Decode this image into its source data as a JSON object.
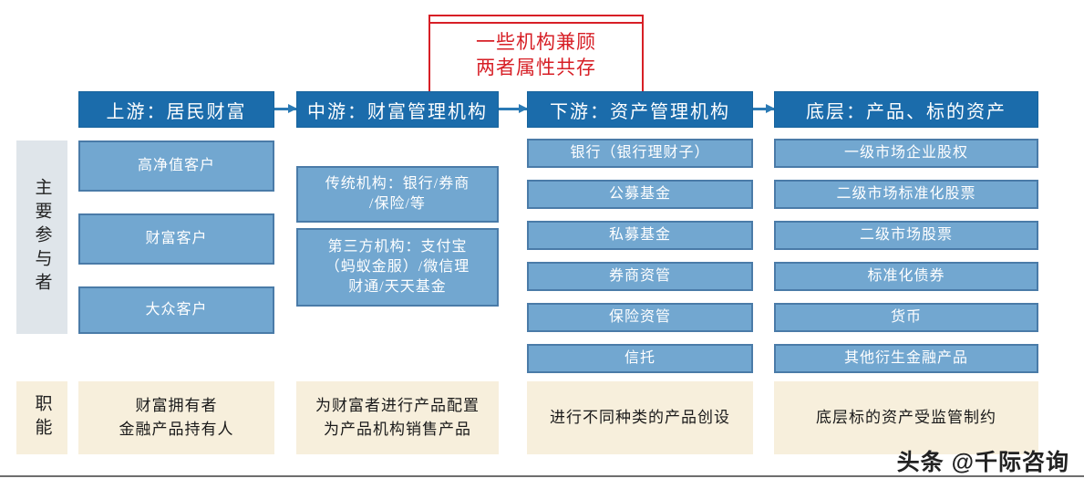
{
  "annotation": {
    "text": "一些机构兼顾\n两者属性共存",
    "color": "#d71f26"
  },
  "colors": {
    "header_blue": "#1b6cab",
    "item_blue": "#72a7d0",
    "item_border": "#4a7ba8",
    "cream": "#f7efdc",
    "role_gray": "#dfe5ea",
    "connector_blue": "#2a7ab5"
  },
  "row_labels": {
    "participants": "主要参与者",
    "function": "职能"
  },
  "columns": [
    {
      "header": "上游：居民财富",
      "items": [
        "高净值客户",
        "财富客户",
        "大众客户"
      ],
      "function": "财富拥有者\n金融产品持有人"
    },
    {
      "header": "中游：财富管理机构",
      "items": [
        "传统机构：银行/券商\n/保险/等",
        "第三方机构：支付宝\n（蚂蚁金服）/微信理\n财通/天天基金"
      ],
      "function": "为财富者进行产品配置\n为产品机构销售产品"
    },
    {
      "header": "下游：资产管理机构",
      "items": [
        "银行（银行理财子）",
        "公募基金",
        "私募基金",
        "券商资管",
        "保险资管",
        "信托"
      ],
      "function": "进行不同种类的产品创设"
    },
    {
      "header": "底层：产品、标的资产",
      "items": [
        "一级市场企业股权",
        "二级市场标准化股票",
        "二级市场股票",
        "标准化债券",
        "货币",
        "其他衍生金融产品"
      ],
      "function": "底层标的资产受监管制约"
    }
  ],
  "watermark": "头条 @千际咨询"
}
